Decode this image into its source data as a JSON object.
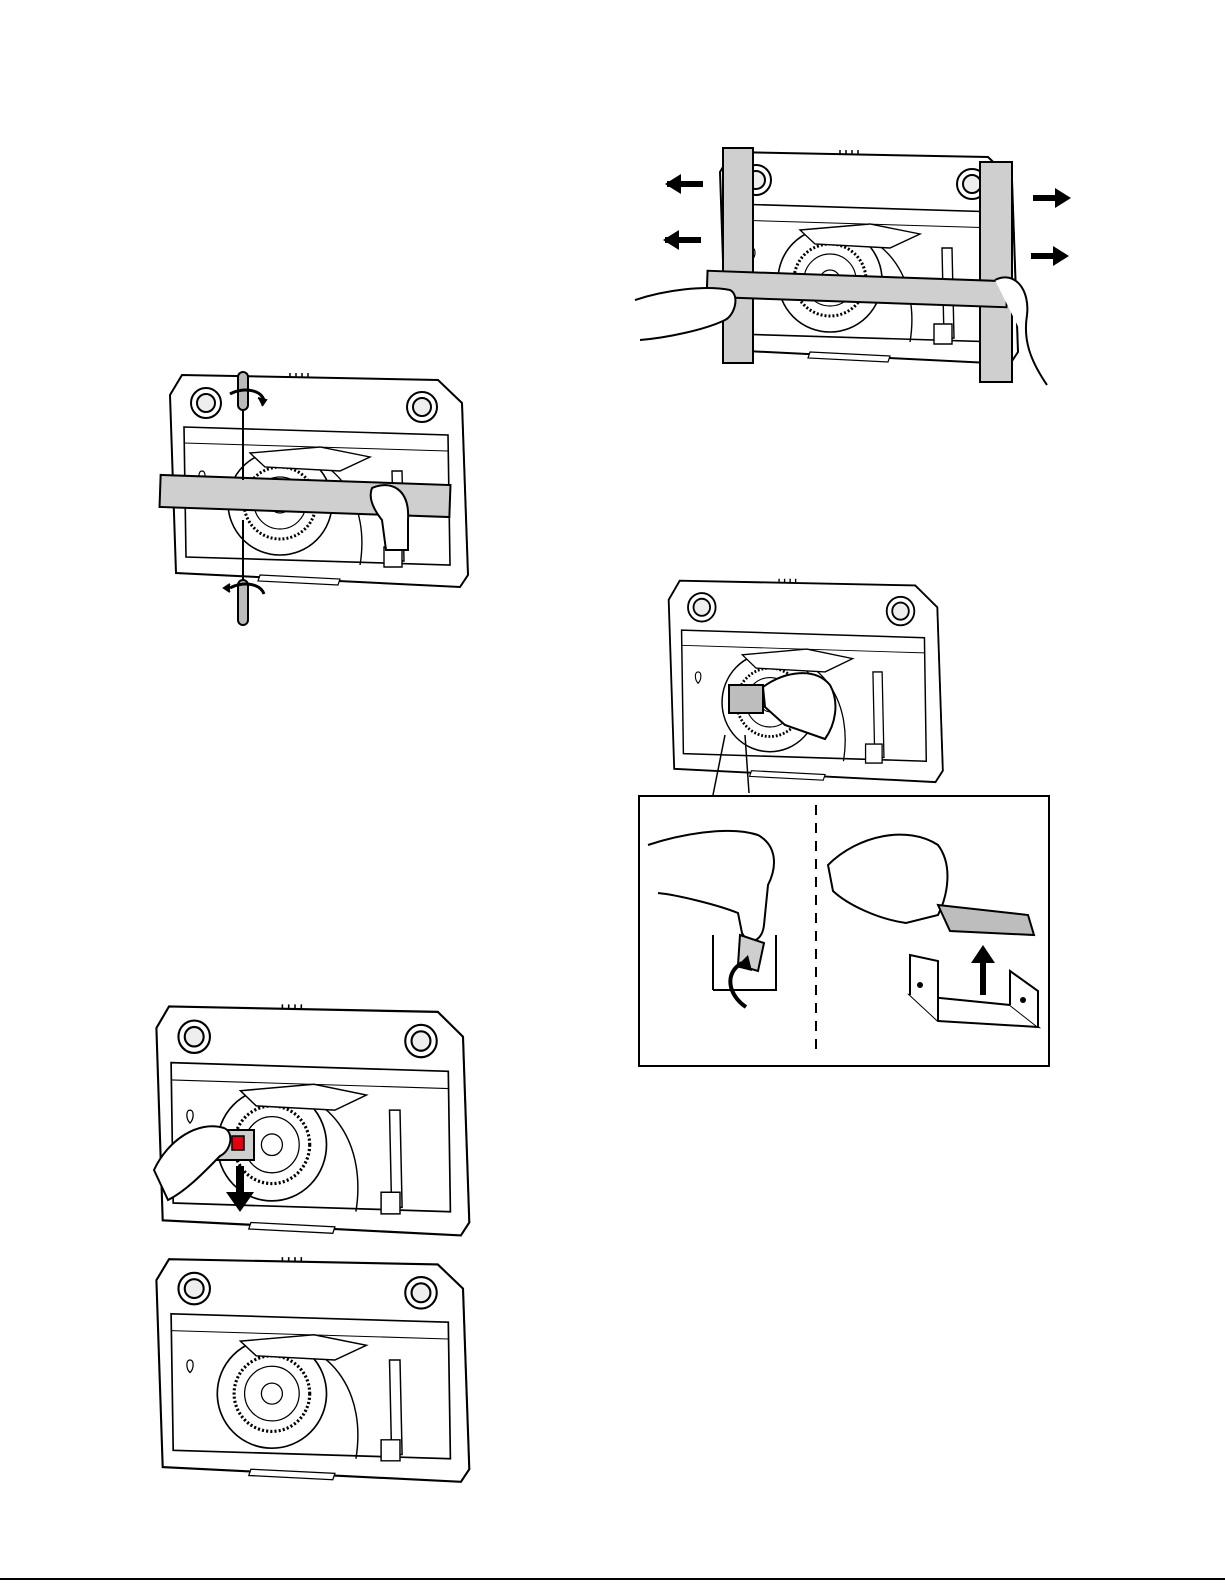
{
  "page": {
    "figures": [
      {
        "id": "fig-screwdriver-brace",
        "icon": "screwdriver-removal-illustration"
      },
      {
        "id": "fig-pull-apart",
        "icon": "slide-brace-outward-illustration"
      },
      {
        "id": "fig-remove-clip-arrow",
        "icon": "remove-blower-clip-illustration"
      },
      {
        "id": "fig-blower-exposed",
        "icon": "blower-exposed-illustration"
      },
      {
        "id": "fig-hand-clip",
        "icon": "hand-on-clip-illustration"
      },
      {
        "id": "fig-detail-inset",
        "icon": "clip-detail-inset-illustration"
      }
    ],
    "colors": {
      "line": "#000000",
      "highlight": "#e3000f",
      "band": "#cfcfcf"
    }
  }
}
